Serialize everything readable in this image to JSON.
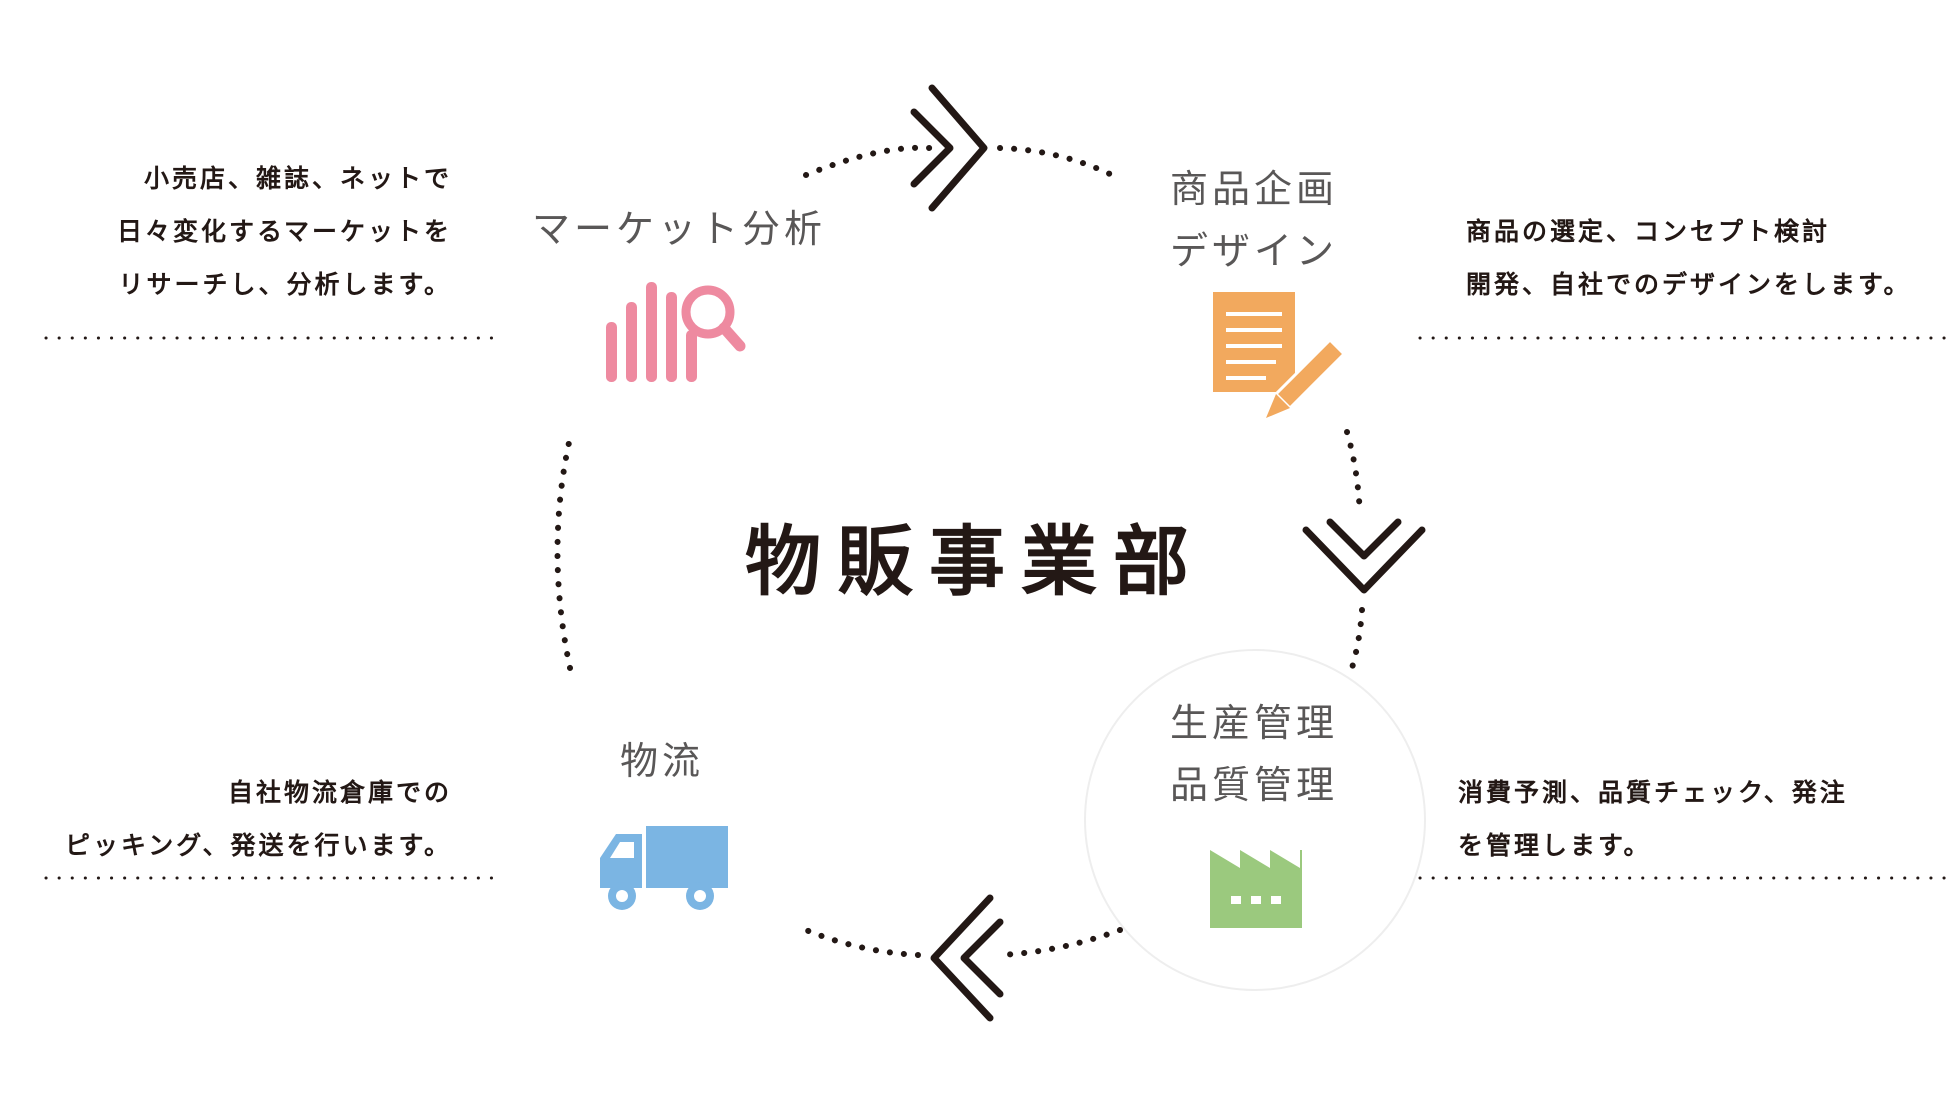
{
  "center": {
    "title": "物販事業部"
  },
  "stages": {
    "market": {
      "title": "マーケット分析",
      "desc": [
        "小売店、雑誌、ネットで",
        "日々変化するマーケットを",
        "リサーチし、分析します。"
      ],
      "icon": "bar-chart-magnifier-icon",
      "color": "#EE8AA0"
    },
    "planning": {
      "title": [
        "商品企画",
        "デザイン"
      ],
      "desc": [
        "商品の選定、コンセプト検討",
        "開発、自社でのデザインをします。"
      ],
      "icon": "document-pencil-icon",
      "color": "#F2A95E"
    },
    "production": {
      "title": [
        "生産管理",
        "品質管理"
      ],
      "desc": [
        "消費予測、品質チェック、発注",
        "を管理します。"
      ],
      "icon": "factory-icon",
      "color": "#9BC97E"
    },
    "logistics": {
      "title": "物流",
      "desc": [
        "自社物流倉庫での",
        "ピッキング、発送を行います。"
      ],
      "icon": "truck-icon",
      "color": "#7BB5E3"
    }
  },
  "colors": {
    "text": "#231815",
    "subtitle": "#595757",
    "dots": "#231815"
  }
}
